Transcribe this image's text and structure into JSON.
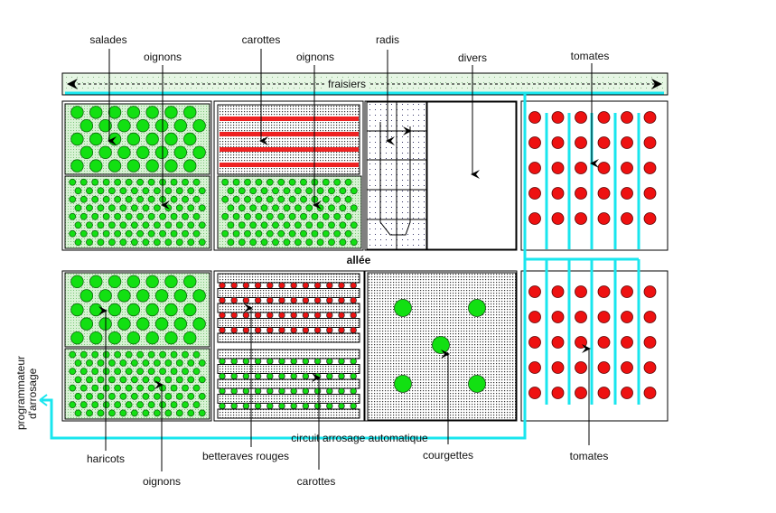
{
  "title": "Plan du potager",
  "colors": {
    "irrigation": "#19e6ee",
    "plant_green": "#12e012",
    "plant_dark": "#0f6a0f",
    "tomato_red": "#ee1111",
    "bed_green_bg": "#c8ecc4",
    "stripe_red": "#ee2222",
    "line": "#000000"
  },
  "labels": {
    "salades": "salades",
    "oignons_top_left": "oignons",
    "carottes_top": "carottes",
    "oignons_top_mid": "oignons",
    "radis": "radis",
    "divers": "divers",
    "tomates_top": "tomates",
    "fraisiers": "fraisiers",
    "allee": "allée",
    "programmateur_line1": "programmateur",
    "programmateur_line2": "d'arrosage",
    "haricots": "haricots",
    "oignons_bottom": "oignons",
    "betteraves": "betteraves rouges",
    "carottes_bottom": "carottes",
    "circuit": "circuit arrosage automatique",
    "courgettes": "courgettes",
    "tomates_bottom": "tomates"
  },
  "beds": [
    {
      "name": "salades",
      "pattern": "large-green-circles",
      "rows": 5,
      "per_row": 7
    },
    {
      "name": "oignons",
      "pattern": "small-green-dots",
      "rows": 8,
      "per_row": 12
    },
    {
      "name": "carottes",
      "pattern": "red-stripes",
      "stripes": 4
    },
    {
      "name": "oignons",
      "pattern": "small-green-dots",
      "rows": 8,
      "per_row": 12
    },
    {
      "name": "radis",
      "pattern": "grid-with-loop",
      "grid_rows": 4,
      "grid_cols": 2
    },
    {
      "name": "divers",
      "pattern": "empty"
    },
    {
      "name": "tomates",
      "pattern": "red-circles",
      "rows": 5,
      "per_row": 6
    },
    {
      "name": "haricots",
      "pattern": "large-green-circles",
      "rows": 5,
      "per_row": 7
    },
    {
      "name": "oignons",
      "pattern": "small-green-dots",
      "rows": 8,
      "per_row": 12
    },
    {
      "name": "betteraves rouges",
      "pattern": "red-dot-rows",
      "rows": 4,
      "per_row": 12
    },
    {
      "name": "carottes",
      "pattern": "green-dot-rows",
      "rows": 4,
      "per_row": 12
    },
    {
      "name": "courgettes",
      "pattern": "scattered-green-circles",
      "count": 5
    },
    {
      "name": "tomates",
      "pattern": "red-circles",
      "rows": 5,
      "per_row": 6
    }
  ]
}
